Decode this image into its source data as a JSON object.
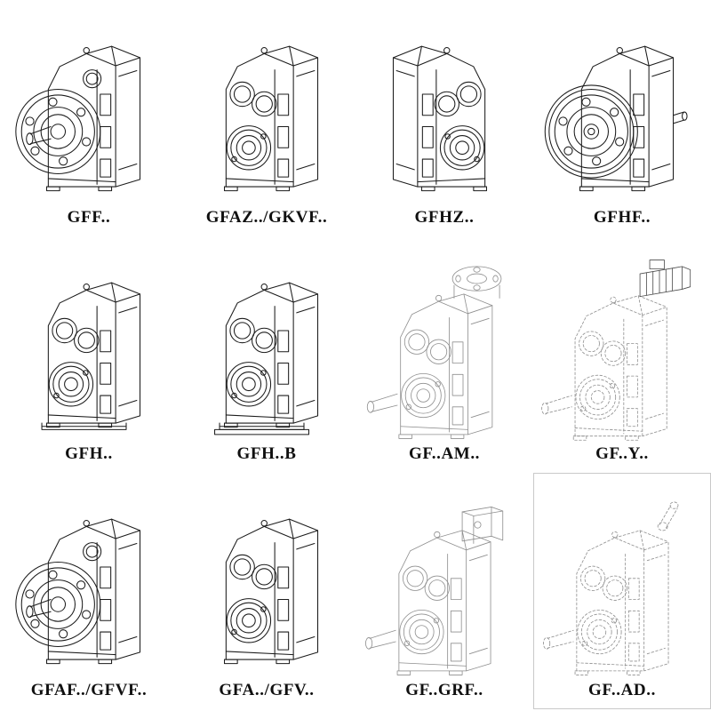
{
  "page": {
    "background": "#ffffff",
    "line_color": "#1c1c1c",
    "light_line_color": "#8f8f8f",
    "box_border_color": "#c9c9c9"
  },
  "products": [
    {
      "label": "GFF..",
      "drawing": "flange-mounted-gearbox-with-output-shaft-icon"
    },
    {
      "label": "GFAZ../GKVF..",
      "drawing": "hollow-shaft-gearbox-twin-bores-icon"
    },
    {
      "label": "GFHZ..",
      "drawing": "hollow-shaft-gearbox-twin-bores-mirrored-icon"
    },
    {
      "label": "GFHF..",
      "drawing": "flange-mounted-gearbox-icon"
    },
    {
      "label": "GFH..",
      "drawing": "foot-mounted-gearbox-icon"
    },
    {
      "label": "GFH..B",
      "drawing": "foot-mounted-gearbox-with-base-icon"
    },
    {
      "label": "GF..AM..",
      "drawing": "gearbox-with-iec-adapter-flange-icon"
    },
    {
      "label": "GF..Y..",
      "drawing": "gearbox-with-mounted-motor-icon"
    },
    {
      "label": "GFAF../GFVF..",
      "drawing": "flange-mounted-gearbox-with-output-shaft-icon"
    },
    {
      "label": "GFA../GFV..",
      "drawing": "hollow-shaft-gearbox-twin-bores-icon"
    },
    {
      "label": "GF..GRF..",
      "drawing": "gearbox-with-square-adapter-icon"
    },
    {
      "label": "GF..AD..",
      "drawing": "gearbox-with-input-shaft-adapter-icon"
    }
  ]
}
